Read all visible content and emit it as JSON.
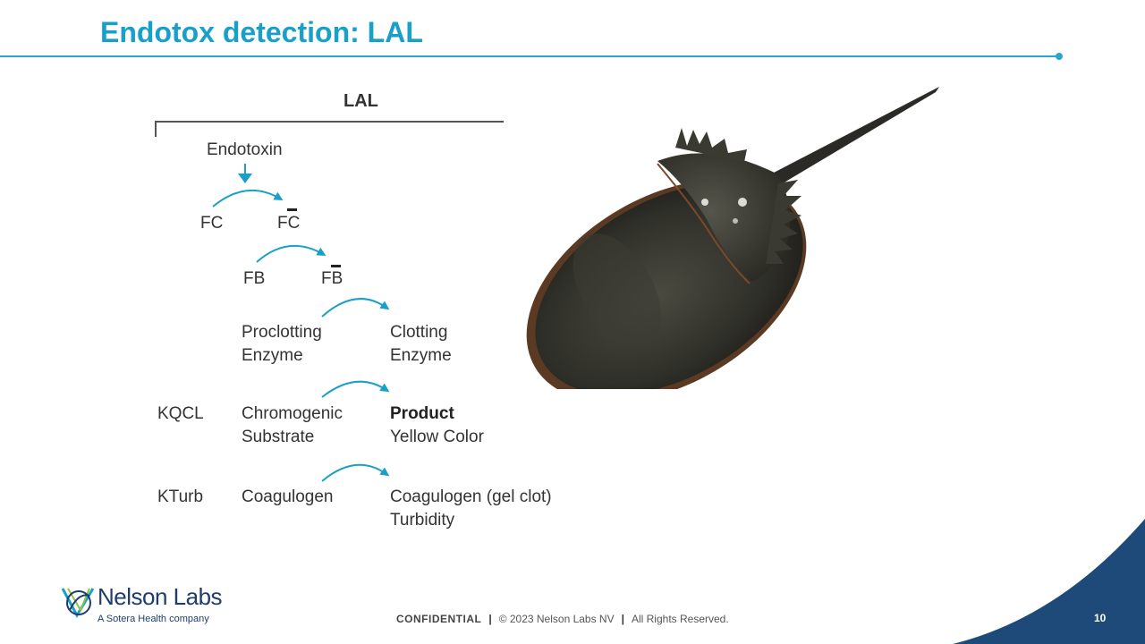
{
  "slide": {
    "title": "Endotox detection: LAL",
    "page_number": "10"
  },
  "diagram": {
    "header": "LAL",
    "endotoxin": "Endotoxin",
    "fc": "FC",
    "fc_active": "FC",
    "fb": "FB",
    "fb_active": "FB",
    "proclotting_line1": "Proclotting",
    "proclotting_line2": "Enzyme",
    "clotting_line1": "Clotting",
    "clotting_line2": "Enzyme",
    "kqcl": "KQCL",
    "chromogenic_line1": "Chromogenic",
    "chromogenic_line2": "Substrate",
    "product_line1": "Product",
    "product_line2": "Yellow Color",
    "kturb": "KTurb",
    "coagulogen": "Coagulogen",
    "coagulogen_out_line1": "Coagulogen (gel clot)",
    "coagulogen_out_line2": "Turbidity"
  },
  "footer": {
    "confidential": "CONFIDENTIAL",
    "separator": "|",
    "copyright": "© 2023 Nelson Labs NV",
    "rights": "All Rights Reserved."
  },
  "logo": {
    "name": "Nelson Labs",
    "tagline": "A Sotera Health company"
  },
  "colors": {
    "accent": "#1aa0c8",
    "navy": "#1e4a7a",
    "arrow": "#1aa0c8"
  },
  "icons": {
    "crab": "horseshoe-crab-image",
    "logo": "nelson-labs-logo-icon"
  }
}
